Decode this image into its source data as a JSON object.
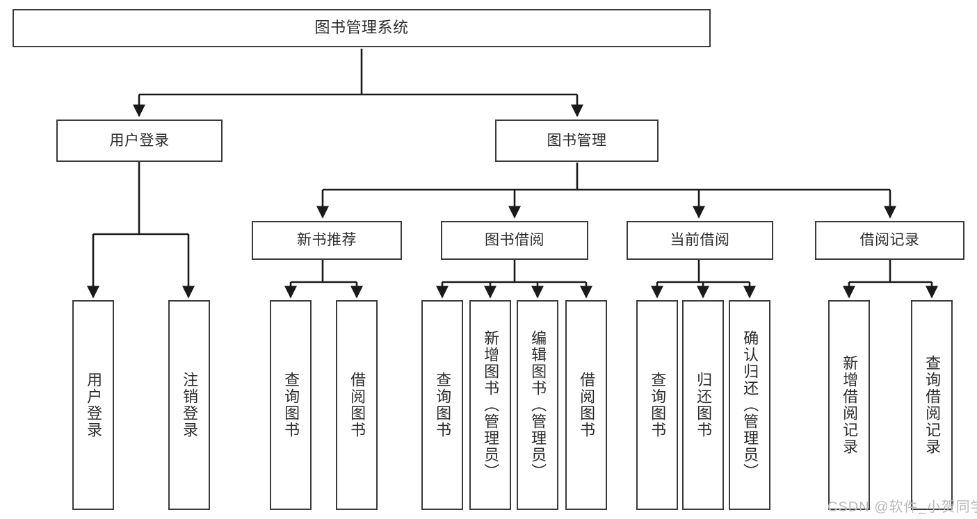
{
  "diagram": {
    "type": "tree-hierarchy",
    "title": "图书管理系统",
    "theme": {
      "background": "#ffffff",
      "box_border": "#3b3b3b",
      "box_fill": "#ffffff",
      "text": "#2b2b2b",
      "edge": "#1a1a1a",
      "watermark": "#b9b9b9"
    },
    "root": {
      "label": "图书管理系统"
    },
    "level1": [
      {
        "id": "user-login",
        "label": "用户登录"
      },
      {
        "id": "book-management",
        "label": "图书管理"
      }
    ],
    "level2": [
      {
        "id": "new-book-recommend",
        "label": "新书推荐",
        "parent": "book-management"
      },
      {
        "id": "book-borrow",
        "label": "图书借阅",
        "parent": "book-management"
      },
      {
        "id": "current-borrow",
        "label": "当前借阅",
        "parent": "book-management"
      },
      {
        "id": "borrow-record",
        "label": "借阅记录",
        "parent": "book-management"
      }
    ],
    "leaves": {
      "user_login": [
        {
          "id": "leaf-user-login",
          "label": "用户登录"
        },
        {
          "id": "leaf-user-logout",
          "label": "注销登录"
        }
      ],
      "new_book_recommend": [
        {
          "id": "leaf-query-book-1",
          "label": "查询图书"
        },
        {
          "id": "leaf-borrow-book-1",
          "label": "借阅图书"
        }
      ],
      "book_borrow": [
        {
          "id": "leaf-query-book-2",
          "label": "查询图书"
        },
        {
          "id": "leaf-add-book",
          "label": "新增图书（管理员）"
        },
        {
          "id": "leaf-edit-book",
          "label": "编辑图书（管理员）"
        },
        {
          "id": "leaf-borrow-book-2",
          "label": "借阅图书"
        }
      ],
      "current_borrow": [
        {
          "id": "leaf-query-book-3",
          "label": "查询图书"
        },
        {
          "id": "leaf-return-book",
          "label": "归还图书"
        },
        {
          "id": "leaf-confirm-return",
          "label": "确认归还（管理员）"
        }
      ],
      "borrow_record": [
        {
          "id": "leaf-add-record",
          "label": "新增借阅记录"
        },
        {
          "id": "leaf-query-record",
          "label": "查询借阅记录"
        }
      ]
    }
  },
  "watermark": {
    "text": "CSDN @软件_小贺同学"
  }
}
